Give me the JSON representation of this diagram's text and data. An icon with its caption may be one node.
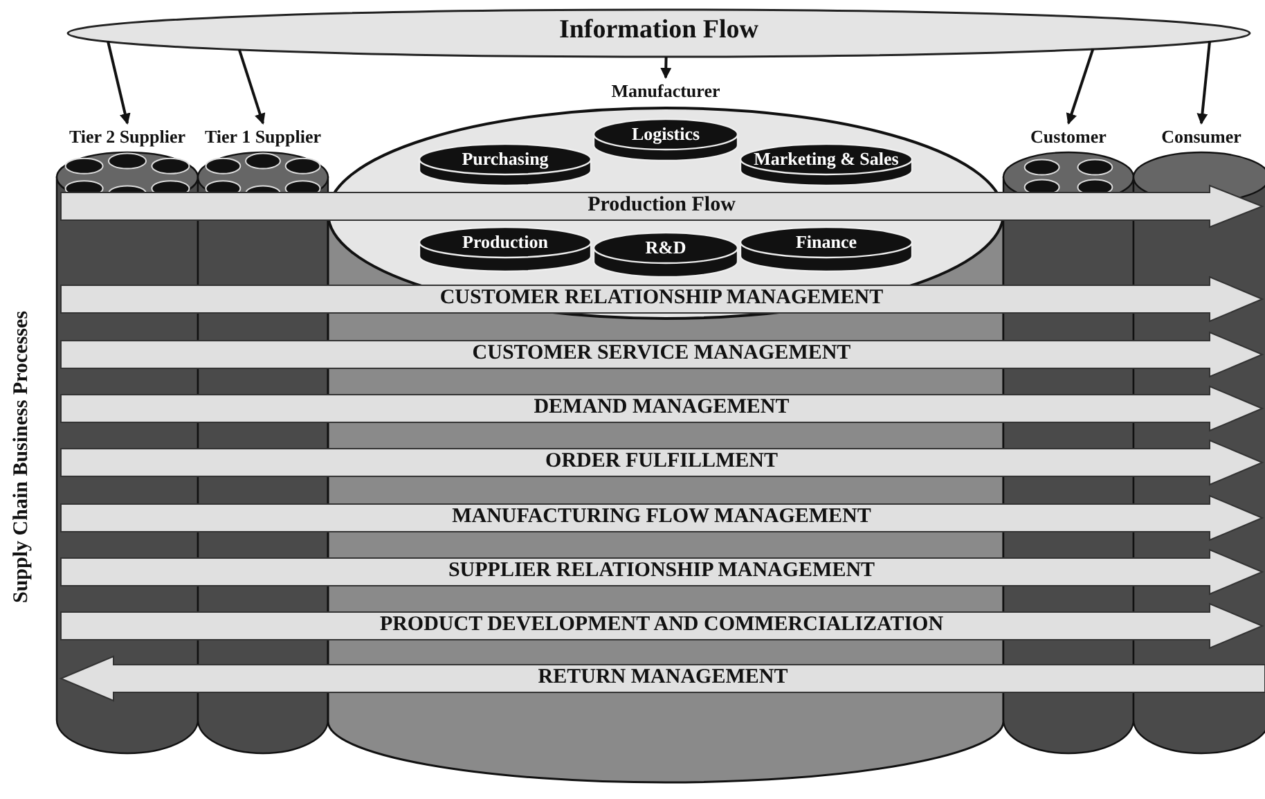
{
  "diagram": {
    "nodes": [
      {
        "text": [
          "Information Flow"
        ]
      },
      {
        "text": [
          "Tier 2 Supplier"
        ]
      },
      {
        "text": [
          "Tier 1 Supplier"
        ]
      },
      {
        "text": [
          "Manufacturer"
        ]
      },
      {
        "text": [
          "Purchasing"
        ]
      },
      {
        "text": [
          "Logistics"
        ]
      },
      {
        "text": [
          "Marketing & Sales"
        ]
      },
      {
        "text": [
          "Production"
        ],
        "in": 3
      },
      {
        "text": [
          "R&D"
        ],
        "in": 3
      },
      {
        "text": [
          "Finance"
        ],
        "in": 3
      },
      {
        "text": [
          "Customer"
        ]
      },
      {
        "text": [
          "Consumer"
        ]
      },
      {
        "text": [
          "Production Flow"
        ]
      },
      {
        "text": [
          "CUSTOMER RELATIONSHIP MANAGEMENT"
        ]
      },
      {
        "text": [
          "CUSTOMER SERVICE MANAGEMENT"
        ]
      },
      {
        "text": [
          "DEMAND MANAGEMENT"
        ]
      },
      {
        "text": [
          "ORDER FULFILLMENT"
        ]
      },
      {
        "text": [
          "MANUFACTURING FLOW MANAGEMENT"
        ]
      },
      {
        "text": [
          "SUPPLIER RELATIONSHIP MANAGEMENT"
        ]
      },
      {
        "text": [
          "PRODUCT DEVELOPMENT AND COMMERCIALIZATION"
        ]
      },
      {
        "text": [
          "RETURN MANAGEMENT"
        ]
      }
    ],
    "edges": [
      {
        "from": 0,
        "to": 1,
        "arrow": "to"
      },
      {
        "from": 0,
        "to": 2,
        "arrow": "to"
      },
      {
        "from": 0,
        "to": 3,
        "arrow": "to"
      },
      {
        "from": 0,
        "to": 10,
        "arrow": "to"
      },
      {
        "from": 0,
        "to": 11,
        "arrow": "to"
      }
    ],
    "labels": [
      "Supply Chain Business Processes"
    ]
  }
}
